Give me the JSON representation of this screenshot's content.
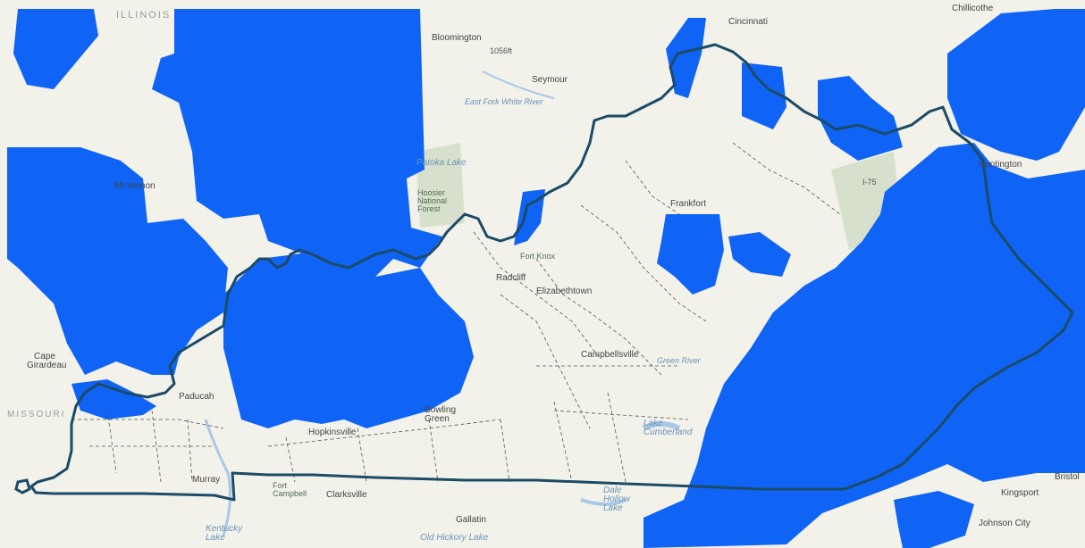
{
  "map": {
    "colors": {
      "background": "#f2f1ea",
      "coverage": "#0f63f5",
      "state_border": "#1b4b66",
      "county_lines": "#555555",
      "water": "#a9c8e6",
      "forest": "#cfdcc4"
    },
    "labels": {
      "illinois": "ILLINOIS",
      "bloomington": "Bloomington",
      "cincinnati": "Cincinnati",
      "chillicothe": "Chillicothe",
      "seymour": "Seymour",
      "mt_vernon": "Mt Vernon",
      "huntington": "Huntington",
      "frankfort": "Frankfort",
      "radcliff": "Radcliff",
      "elizabethtown": "Elizabethtown",
      "fort_knox": "Fort Knox",
      "campbellsville": "Campbellsville",
      "cape_girardeau": "Cape Girardeau",
      "paducah": "Paducah",
      "hopkinsville": "Hopkinsville",
      "bowling_green": "Bowling Green",
      "murray": "Murray",
      "fort_campbell": "Fort Campbell",
      "clarksville": "Clarksville",
      "gallatin": "Gallatin",
      "kingsport": "Kingsport",
      "johnson_city": "Johnson City",
      "bristol": "Bristol",
      "hoosier_forest": "Hoosier National Forest",
      "patoka_lake": "Patoka Lake",
      "lake_cumberland": "Lake Cumberland",
      "dale_hollow": "Dale Hollow Lake",
      "kentucky_lake": "Kentucky Lake",
      "old_hickory": "Old Hickory Lake",
      "green_river": "Green River",
      "east_fork_white": "East Fork White River",
      "missouri": "MISSOURI",
      "i75": "I-75",
      "h1056": "1056ft"
    }
  }
}
